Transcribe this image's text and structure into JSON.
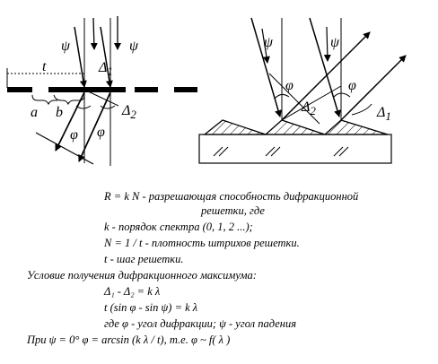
{
  "diagram": {
    "left": {
      "period_label": "t",
      "gap_label": "a",
      "slit_label": "b",
      "incidence_label_left": "ψ",
      "incidence_label_right": "ψ",
      "path_diff_1": "Δ",
      "path_diff_1_sub": "1",
      "path_diff_2": "Δ",
      "path_diff_2_sub": "2",
      "diffraction_angle_left": "φ",
      "diffraction_angle_right": "φ"
    },
    "right": {
      "incidence_label_left": "ψ",
      "incidence_label_right": "ψ",
      "diffraction_angle_left": "φ",
      "diffraction_angle_right": "φ",
      "path_diff_2": "Δ",
      "path_diff_2_sub": "2",
      "path_diff_1": "Δ",
      "path_diff_1_sub": "1"
    }
  },
  "text": {
    "resolving_power": "R = k N  - разрешающая способность дифракционной",
    "resolving_power_cont": "решетки, где",
    "order_def": "k -  порядок спектра (0, 1, 2 ...);",
    "density_def": "N = 1 / t  - плотность штрихов решетки.",
    "step_def": "t  - шаг решетки.",
    "maximum_condition": "Условие получения дифракционного максимума:",
    "eq_path_diff": "Δ₁ - Δ₂ = k λ",
    "eq_sines": "t (sin φ - sin ψ) = k λ",
    "angle_defs": "где   φ - угол дифракции;  ψ - угол падения",
    "normal_incidence_case": "При   ψ = 0°      φ = arcsin (k λ / t),  т.е.   φ ~ f( λ )"
  }
}
